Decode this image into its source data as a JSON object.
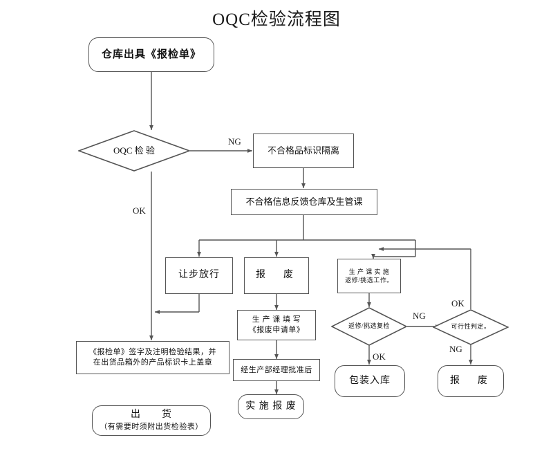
{
  "title": "OQC检验流程图",
  "chart_data": {
    "type": "diagram",
    "title": "OQC检验流程图",
    "diagram_kind": "flowchart",
    "orientation": "top-to-bottom",
    "nodes": [
      {
        "id": "n1",
        "shape": "rounded-rect",
        "label": "仓库出具《报检单》"
      },
      {
        "id": "n2",
        "shape": "diamond",
        "label": "OQC 检 验"
      },
      {
        "id": "n3",
        "shape": "rect",
        "label": "不合格品标识隔离"
      },
      {
        "id": "n4",
        "shape": "rect",
        "label": "不合格信息反馈仓库及生管课"
      },
      {
        "id": "n5",
        "shape": "rect",
        "label": "让步放行"
      },
      {
        "id": "n6",
        "shape": "rect",
        "label": "报　废"
      },
      {
        "id": "n7",
        "shape": "rect",
        "label_line1": "生 产 课 实 施",
        "label_line2": "返修/挑选工作。"
      },
      {
        "id": "n8",
        "shape": "rect",
        "label_line1": "生 产 课 填 写",
        "label_line2": "《报废申请单》"
      },
      {
        "id": "n9",
        "shape": "rect",
        "label": "经生产部经理批准后"
      },
      {
        "id": "n10",
        "shape": "rounded-rect",
        "label": "实 施 报 废"
      },
      {
        "id": "n11",
        "shape": "diamond",
        "label": "返修/挑选复检"
      },
      {
        "id": "n12",
        "shape": "diamond",
        "label": "可行性判定。"
      },
      {
        "id": "n13",
        "shape": "rounded-rect",
        "label": "包装入库"
      },
      {
        "id": "n14",
        "shape": "rounded-rect",
        "label": "报　废"
      },
      {
        "id": "n15",
        "shape": "rect",
        "label_line1": "《报检单》签字及注明检验结果，并",
        "label_line2": "在出货品箱外的产品标识卡上盖章"
      },
      {
        "id": "n16",
        "shape": "rounded-rect",
        "label_line1": "出　　货",
        "label_line2": "（有需要时须附出货检验表）"
      }
    ],
    "edges": [
      {
        "from": "n1",
        "to": "n2",
        "label": ""
      },
      {
        "from": "n2",
        "to": "n3",
        "label": "NG"
      },
      {
        "from": "n2",
        "to": "n15",
        "label": "OK"
      },
      {
        "from": "n3",
        "to": "n4",
        "label": ""
      },
      {
        "from": "n4",
        "to": "n5",
        "label": ""
      },
      {
        "from": "n4",
        "to": "n6",
        "label": ""
      },
      {
        "from": "n4",
        "to": "n7",
        "label": ""
      },
      {
        "from": "n5",
        "to": "n15",
        "label": ""
      },
      {
        "from": "n6",
        "to": "n8",
        "label": ""
      },
      {
        "from": "n8",
        "to": "n9",
        "label": ""
      },
      {
        "from": "n9",
        "to": "n10",
        "label": ""
      },
      {
        "from": "n7",
        "to": "n11",
        "label": ""
      },
      {
        "from": "n11",
        "to": "n13",
        "label": "OK"
      },
      {
        "from": "n11",
        "to": "n12",
        "label": "NG"
      },
      {
        "from": "n12",
        "to": "n7",
        "label": "OK"
      },
      {
        "from": "n12",
        "to": "n14",
        "label": "NG"
      },
      {
        "from": "n15",
        "to": "n16",
        "label": ""
      }
    ],
    "edge_labels": [
      "NG",
      "OK",
      "NG",
      "OK",
      "OK",
      "NG"
    ]
  },
  "nodes": {
    "n1": {
      "text": "仓库出具《报检单》"
    },
    "n2": {
      "text": "OQC 检 验"
    },
    "n3": {
      "text": "不合格品标识隔离"
    },
    "n4": {
      "text": "不合格信息反馈仓库及生管课"
    },
    "n5": {
      "text": "让步放行"
    },
    "n6": {
      "text": "报　废"
    },
    "n7": {
      "line1": "生 产 课 实 施",
      "line2": "返修/挑选工作。"
    },
    "n8": {
      "line1": "生 产 课 填 写",
      "line2": "《报废申请单》"
    },
    "n9": {
      "text": "经生产部经理批准后"
    },
    "n10": {
      "text": "实 施 报 废"
    },
    "n11": {
      "text": "返修/挑选复检"
    },
    "n12": {
      "text": "可行性判定。"
    },
    "n13": {
      "text": "包装入库"
    },
    "n14": {
      "text": "报　废"
    },
    "n15": {
      "line1": "《报检单》签字及注明检验结果，并",
      "line2": "在出货品箱外的产品标识卡上盖章"
    },
    "n16": {
      "line1": "出　　货",
      "line2": "（有需要时须附出货检验表）"
    }
  },
  "labels": {
    "ng_top": "NG",
    "ok_left": "OK",
    "ng_mid": "NG",
    "ok_mid": "OK",
    "ok_right": "OK",
    "ng_right": "NG"
  },
  "colors": {
    "stroke": "#555555",
    "text": "#111111",
    "background": "#ffffff"
  }
}
